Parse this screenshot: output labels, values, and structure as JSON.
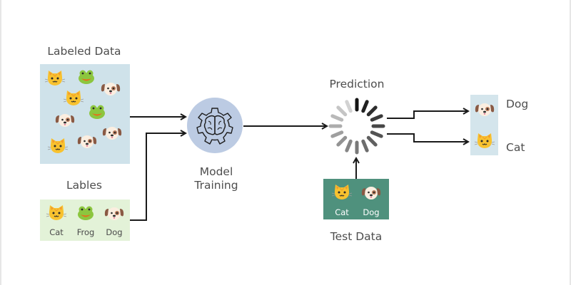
{
  "diagram": {
    "type": "ml-supervised-learning-flow",
    "colors": {
      "labeled_data_bg": "#cfe2ea",
      "labels_bg": "#e3f2d8",
      "model_circle": "#bccbe3",
      "test_data_bg": "#4f917d",
      "output_bg": "#d4e5ec",
      "arrow": "#1a1a1a",
      "text": "#4d4d4d",
      "test_caption": "#ffffff"
    },
    "labeled_data": {
      "title": "Labeled Data",
      "items": [
        "cat",
        "frog",
        "dog",
        "cat",
        "frog",
        "dog",
        "dog",
        "cat",
        "dog"
      ]
    },
    "labels": {
      "title": "Lables",
      "items": [
        {
          "icon": "cat",
          "label": "Cat"
        },
        {
          "icon": "frog",
          "label": "Frog"
        },
        {
          "icon": "dog",
          "label": "Dog"
        }
      ]
    },
    "model": {
      "label_line1": "Model",
      "label_line2": "Training",
      "icon": "brain-gear-icon"
    },
    "prediction": {
      "title": "Prediction",
      "icon": "loading-spinner-icon"
    },
    "test_data": {
      "title": "Test Data",
      "items": [
        {
          "icon": "cat",
          "label": "Cat"
        },
        {
          "icon": "dog",
          "label": "Dog"
        }
      ]
    },
    "outputs": [
      {
        "icon": "dog",
        "label": "Dog"
      },
      {
        "icon": "cat",
        "label": "Cat"
      }
    ]
  }
}
